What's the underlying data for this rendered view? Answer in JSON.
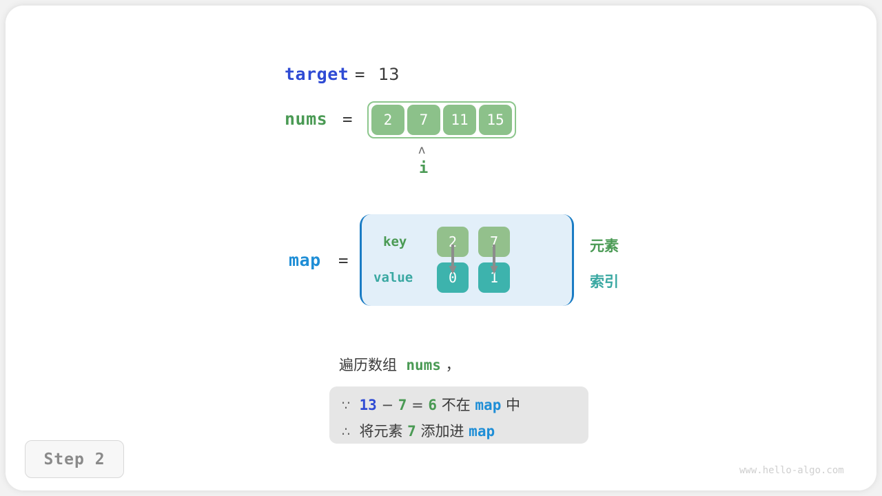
{
  "variables": {
    "target": {
      "name": "target",
      "equals": "=",
      "value": "13"
    },
    "nums": {
      "name": "nums",
      "equals": "=",
      "values": [
        "2",
        "7",
        "11",
        "15"
      ]
    },
    "map": {
      "name": "map",
      "equals": "="
    }
  },
  "pointer": {
    "caret": "ʌ",
    "label": "i"
  },
  "hash_map": {
    "key_label": "key",
    "value_label": "value",
    "keys": [
      "2",
      "7"
    ],
    "values": [
      "0",
      "1"
    ],
    "side_labels": {
      "element": "元素",
      "index": "索引"
    }
  },
  "caption": {
    "prefix": "遍历数组",
    "code": "nums",
    "suffix": "，"
  },
  "note": {
    "line1": {
      "symbol": "∵",
      "a": "13",
      "op1": "−",
      "b": "7",
      "op2": "=",
      "c": "6",
      "text1": "不在",
      "code": "map",
      "text2": "中"
    },
    "line2": {
      "symbol": "∴",
      "text1": "将元素",
      "num": "7",
      "text2": "添加进",
      "code": "map"
    }
  },
  "step_badge": "Step 2",
  "watermark": "www.hello-algo.com",
  "colors": {
    "target_blue": "#2f4bd4",
    "map_blue": "#1f8ed6",
    "green": "#4a9a54",
    "teal": "#3aa8a2",
    "cell_green": "#8cc18a",
    "cell_teal": "#3db3ad",
    "map_bg": "#e2eff9",
    "note_bg": "#e6e6e6"
  }
}
